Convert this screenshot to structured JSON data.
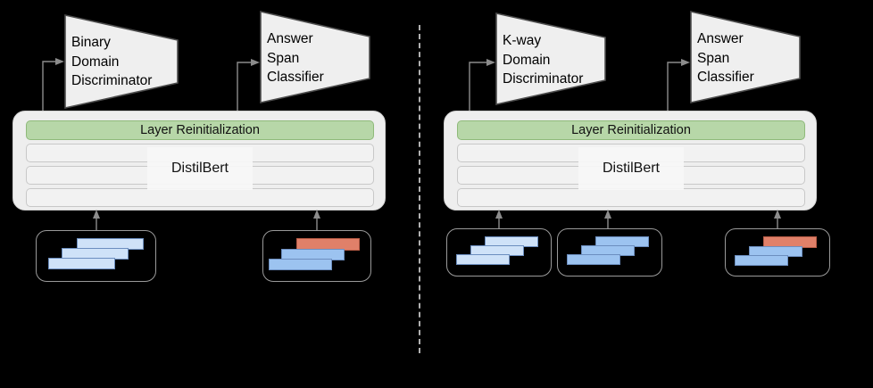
{
  "figure": {
    "background_color": "#000000",
    "divider": {
      "style": "dashed",
      "color": "#b0b0b0",
      "orientation": "vertical"
    }
  },
  "palette": {
    "encoder_fill": "#eeeeee",
    "encoder_row_fill": "#f2f2f2",
    "reinit_green": "#b7d7a8",
    "token_light_blue": "#cfe2f8",
    "token_mid_blue": "#9cc3f0",
    "token_red": "#e08069",
    "trapezoid_fill": "#efefef",
    "connector_gray": "#8c8c8c"
  },
  "panels": [
    {
      "id": "left",
      "heads": [
        {
          "name": "binary-domain-discriminator",
          "label": "Binary\nDomain\nDiscriminator"
        },
        {
          "name": "answer-span-classifier",
          "label": "Answer\nSpan\nClassifier"
        }
      ],
      "encoder": {
        "name": "DistilBert",
        "rows": [
          {
            "label": "Layer Reinitialization",
            "highlight": true
          },
          {
            "label": "",
            "highlight": false
          },
          {
            "label": "",
            "highlight": false
          },
          {
            "label": "",
            "highlight": false
          }
        ]
      },
      "documents": [
        {
          "name": "source-document-1",
          "bars": [
            {
              "color": "light",
              "x": 45,
              "y": 8,
              "w": 75,
              "h": 13
            },
            {
              "color": "light",
              "x": 28,
              "y": 19,
              "w": 75,
              "h": 13
            },
            {
              "color": "light",
              "x": 13,
              "y": 30,
              "w": 75,
              "h": 13
            }
          ]
        },
        {
          "name": "target-document-with-answer-span",
          "bars": [
            {
              "color": "red",
              "x": 45,
              "y": 8,
              "w": 75,
              "h": 13
            },
            {
              "color": "mid",
              "x": 28,
              "y": 19,
              "w": 75,
              "h": 13
            },
            {
              "color": "mid",
              "x": 13,
              "y": 30,
              "w": 75,
              "h": 13
            }
          ]
        }
      ]
    },
    {
      "id": "right",
      "heads": [
        {
          "name": "k-way-domain-discriminator",
          "label": "K-way\nDomain\nDiscriminator"
        },
        {
          "name": "answer-span-classifier",
          "label": "Answer\nSpan\nClassifier"
        }
      ],
      "encoder": {
        "name": "DistilBert",
        "rows": [
          {
            "label": "Layer Reinitialization",
            "highlight": true
          },
          {
            "label": "",
            "highlight": false
          },
          {
            "label": "",
            "highlight": false
          },
          {
            "label": "",
            "highlight": false
          }
        ]
      },
      "documents": [
        {
          "name": "source-document-1",
          "bars": [
            {
              "color": "light",
              "x": 38,
              "y": 8,
              "w": 62,
              "h": 12
            },
            {
              "color": "light",
              "x": 23,
              "y": 18,
              "w": 62,
              "h": 12
            },
            {
              "color": "light",
              "x": 9,
              "y": 28,
              "w": 62,
              "h": 12
            }
          ]
        },
        {
          "name": "source-document-2",
          "bars": [
            {
              "color": "mid",
              "x": 38,
              "y": 8,
              "w": 62,
              "h": 12
            },
            {
              "color": "mid",
              "x": 23,
              "y": 18,
              "w": 62,
              "h": 12
            },
            {
              "color": "mid",
              "x": 9,
              "y": 28,
              "w": 62,
              "h": 12
            }
          ]
        },
        {
          "name": "target-document-with-answer-span",
          "bars": [
            {
              "color": "red",
              "x": 38,
              "y": 8,
              "w": 62,
              "h": 12
            },
            {
              "color": "mid",
              "x": 23,
              "y": 18,
              "w": 62,
              "h": 12
            },
            {
              "color": "mid",
              "x": 9,
              "y": 28,
              "w": 62,
              "h": 12
            }
          ]
        }
      ]
    }
  ]
}
